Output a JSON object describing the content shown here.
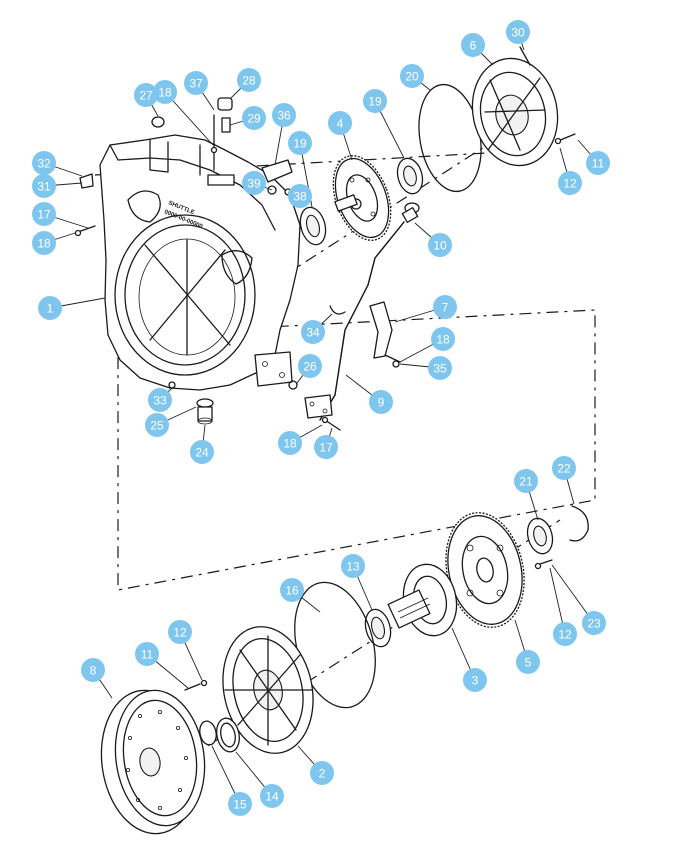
{
  "diagram": {
    "housing_marking": [
      "SHUTTLE",
      "0000-00-00000"
    ],
    "callouts": [
      {
        "id": "1",
        "label": "1"
      },
      {
        "id": "2",
        "label": "2"
      },
      {
        "id": "3",
        "label": "3"
      },
      {
        "id": "4",
        "label": "4"
      },
      {
        "id": "5",
        "label": "5"
      },
      {
        "id": "6",
        "label": "6"
      },
      {
        "id": "7",
        "label": "7"
      },
      {
        "id": "8",
        "label": "8"
      },
      {
        "id": "9",
        "label": "9"
      },
      {
        "id": "10",
        "label": "10"
      },
      {
        "id": "11a",
        "label": "11"
      },
      {
        "id": "11b",
        "label": "11"
      },
      {
        "id": "12a",
        "label": "12"
      },
      {
        "id": "12b",
        "label": "12"
      },
      {
        "id": "12c",
        "label": "12"
      },
      {
        "id": "13",
        "label": "13"
      },
      {
        "id": "14",
        "label": "14"
      },
      {
        "id": "15",
        "label": "15"
      },
      {
        "id": "16",
        "label": "16"
      },
      {
        "id": "17a",
        "label": "17"
      },
      {
        "id": "17b",
        "label": "17"
      },
      {
        "id": "18a",
        "label": "18"
      },
      {
        "id": "18b",
        "label": "18"
      },
      {
        "id": "18c",
        "label": "18"
      },
      {
        "id": "18d",
        "label": "18"
      },
      {
        "id": "19a",
        "label": "19"
      },
      {
        "id": "19b",
        "label": "19"
      },
      {
        "id": "20",
        "label": "20"
      },
      {
        "id": "21",
        "label": "21"
      },
      {
        "id": "22",
        "label": "22"
      },
      {
        "id": "23",
        "label": "23"
      },
      {
        "id": "24",
        "label": "24"
      },
      {
        "id": "25",
        "label": "25"
      },
      {
        "id": "26",
        "label": "26"
      },
      {
        "id": "27",
        "label": "27"
      },
      {
        "id": "28",
        "label": "28"
      },
      {
        "id": "29",
        "label": "29"
      },
      {
        "id": "30",
        "label": "30"
      },
      {
        "id": "31",
        "label": "31"
      },
      {
        "id": "32",
        "label": "32"
      },
      {
        "id": "33",
        "label": "33"
      },
      {
        "id": "34",
        "label": "34"
      },
      {
        "id": "35",
        "label": "35"
      },
      {
        "id": "36",
        "label": "36"
      },
      {
        "id": "37",
        "label": "37"
      },
      {
        "id": "38",
        "label": "38"
      },
      {
        "id": "39",
        "label": "39"
      }
    ],
    "colors": {
      "callout": "#7fc6ef",
      "callout_text": "#ffffff",
      "line": "#1a1a1a"
    }
  }
}
